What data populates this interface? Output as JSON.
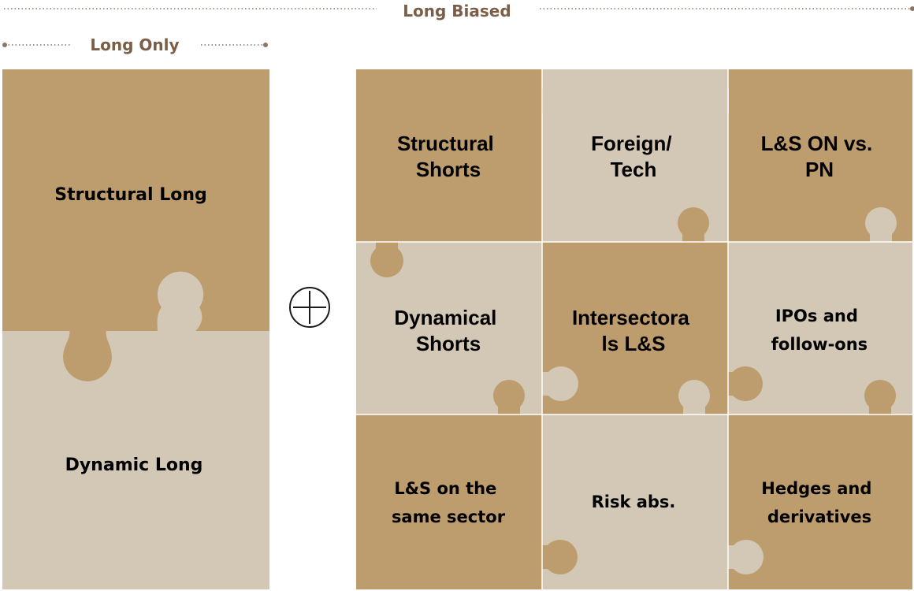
{
  "headers": {
    "long_biased": "Long Biased",
    "long_only": "Long Only"
  },
  "long_only": {
    "structural_long": "Structural Long",
    "dynamic_long": "Dynamic Long"
  },
  "operator_symbol": "plus",
  "grid": {
    "cells": [
      {
        "lines": [
          "Structural",
          "Shorts"
        ]
      },
      {
        "lines": [
          "Foreign/",
          "Tech"
        ]
      },
      {
        "lines": [
          "L&S ON vs.",
          "PN"
        ]
      },
      {
        "lines": [
          "Dynamical",
          "Shorts"
        ]
      },
      {
        "lines": [
          "Intersectora",
          "ls L&S"
        ]
      },
      {
        "lines": [
          "IPOs and",
          "follow-ons"
        ]
      },
      {
        "lines": [
          "L&S on the",
          "same sector"
        ]
      },
      {
        "lines": [
          "Risk abs."
        ]
      },
      {
        "lines": [
          "Hedges and",
          "derivatives"
        ]
      }
    ]
  },
  "colors": {
    "dark_tan": "#BD9D6D",
    "light_tan": "#D3C7B5",
    "header_text": "#7A5E48",
    "dotted_line": "#8C7562",
    "divider": "#FFFFFF"
  }
}
